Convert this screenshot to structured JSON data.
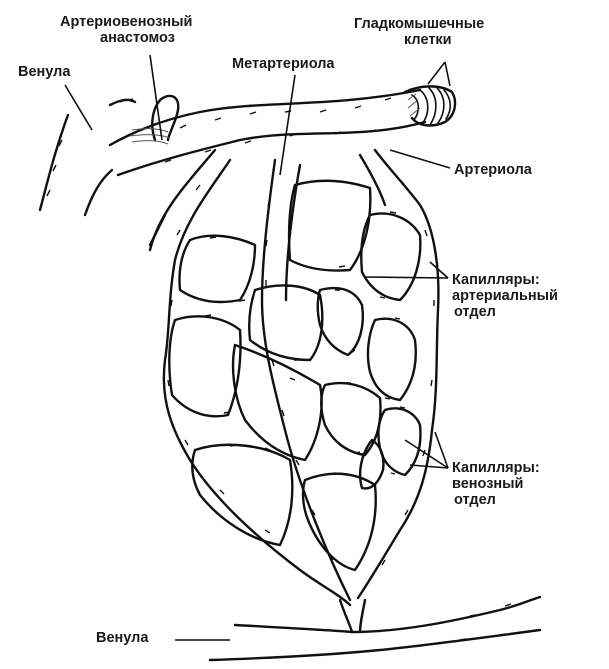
{
  "labels": {
    "anastomosis": [
      "Артериовенозный",
      "анастомоз"
    ],
    "smooth_muscle": [
      "Гладкомышечные",
      "клетки"
    ],
    "venule_top": "Венула",
    "metarteriole": "Метартериола",
    "arteriole": "Артериола",
    "capillaries_arterial": [
      "Капилляры:",
      "артериальный",
      "отдел"
    ],
    "capillaries_venous": [
      "Капилляры:",
      "венозный",
      "отдел"
    ],
    "venule_bottom": "Венула"
  }
}
